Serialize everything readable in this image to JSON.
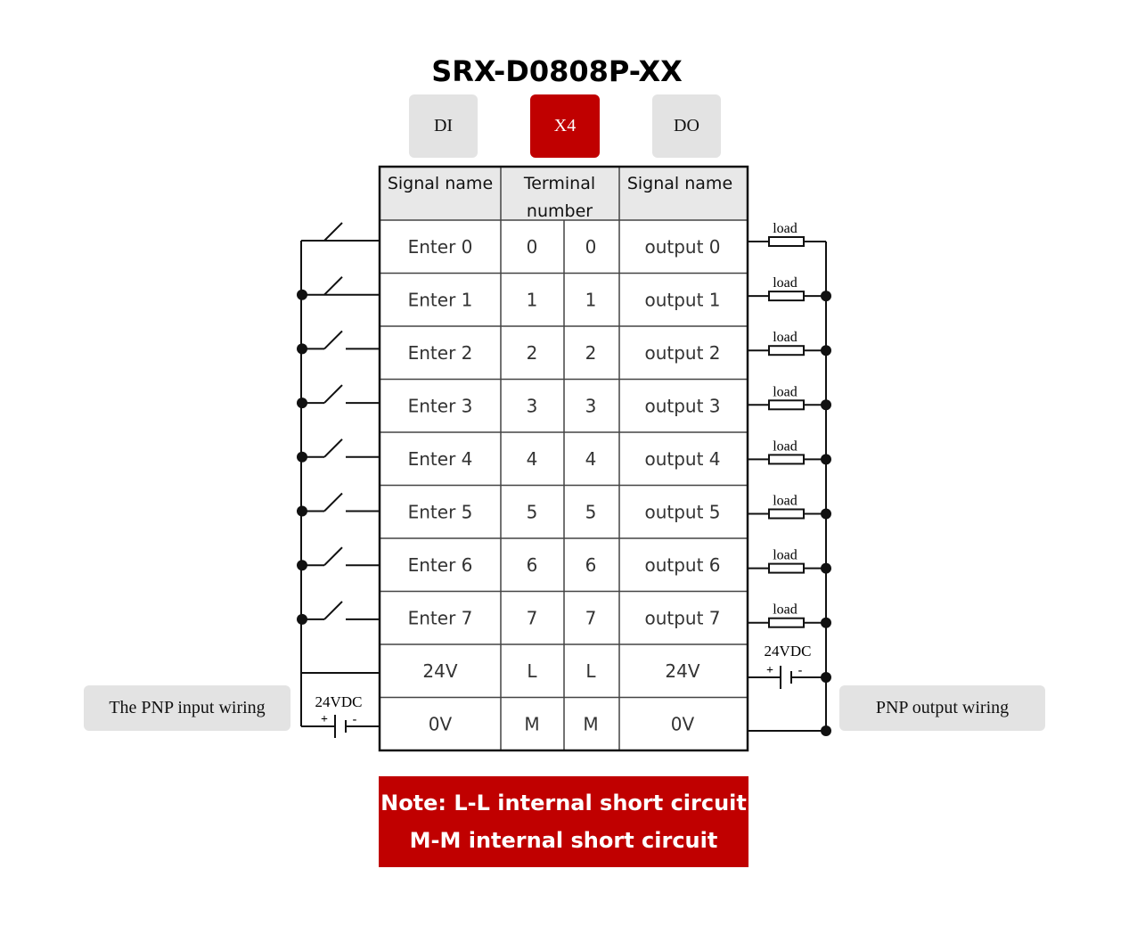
{
  "title": "SRX-D0808P-XX",
  "tabs": [
    {
      "label": "DI",
      "active": false
    },
    {
      "label": "X4",
      "active": true
    },
    {
      "label": "DO",
      "active": false
    }
  ],
  "table": {
    "headers": {
      "left": "Signal name",
      "terminal_line1": "Terminal",
      "terminal_line2": "number",
      "right": "Signal name"
    },
    "rows": [
      [
        "Enter 0",
        "0",
        "0",
        "output 0"
      ],
      [
        "Enter 1",
        "1",
        "1",
        "output 1"
      ],
      [
        "Enter 2",
        "2",
        "2",
        "output 2"
      ],
      [
        "Enter 3",
        "3",
        "3",
        "output 3"
      ],
      [
        "Enter 4",
        "4",
        "4",
        "output 4"
      ],
      [
        "Enter 5",
        "5",
        "5",
        "output 5"
      ],
      [
        "Enter 6",
        "6",
        "6",
        "output 6"
      ],
      [
        "Enter 7",
        "7",
        "7",
        "output 7"
      ],
      [
        "24V",
        "L",
        "L",
        "24V"
      ],
      [
        "0V",
        "M",
        "M",
        "0V"
      ]
    ]
  },
  "wiring": {
    "load_label": "load",
    "supply_label": "24VDC",
    "plus": "+",
    "minus": "-"
  },
  "buttons": {
    "input": "The PNP input wiring",
    "output": "PNP output wiring"
  },
  "note": {
    "line1": "Note: L-L internal short circuit",
    "line2": "M-M internal short circuit"
  },
  "colors": {
    "accent": "#c00000",
    "button_bg": "#e3e3e3",
    "header_bg": "#e8e8e8"
  }
}
